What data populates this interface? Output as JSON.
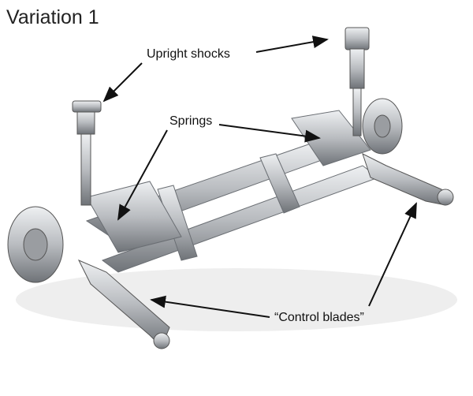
{
  "title": "Variation 1",
  "labels": {
    "upright_shocks": "Upright shocks",
    "springs": "Springs",
    "control_blades": "“Control blades”"
  },
  "colors": {
    "metal": "#c9cbce",
    "metal_dark": "#7d8085",
    "text": "#111111"
  }
}
